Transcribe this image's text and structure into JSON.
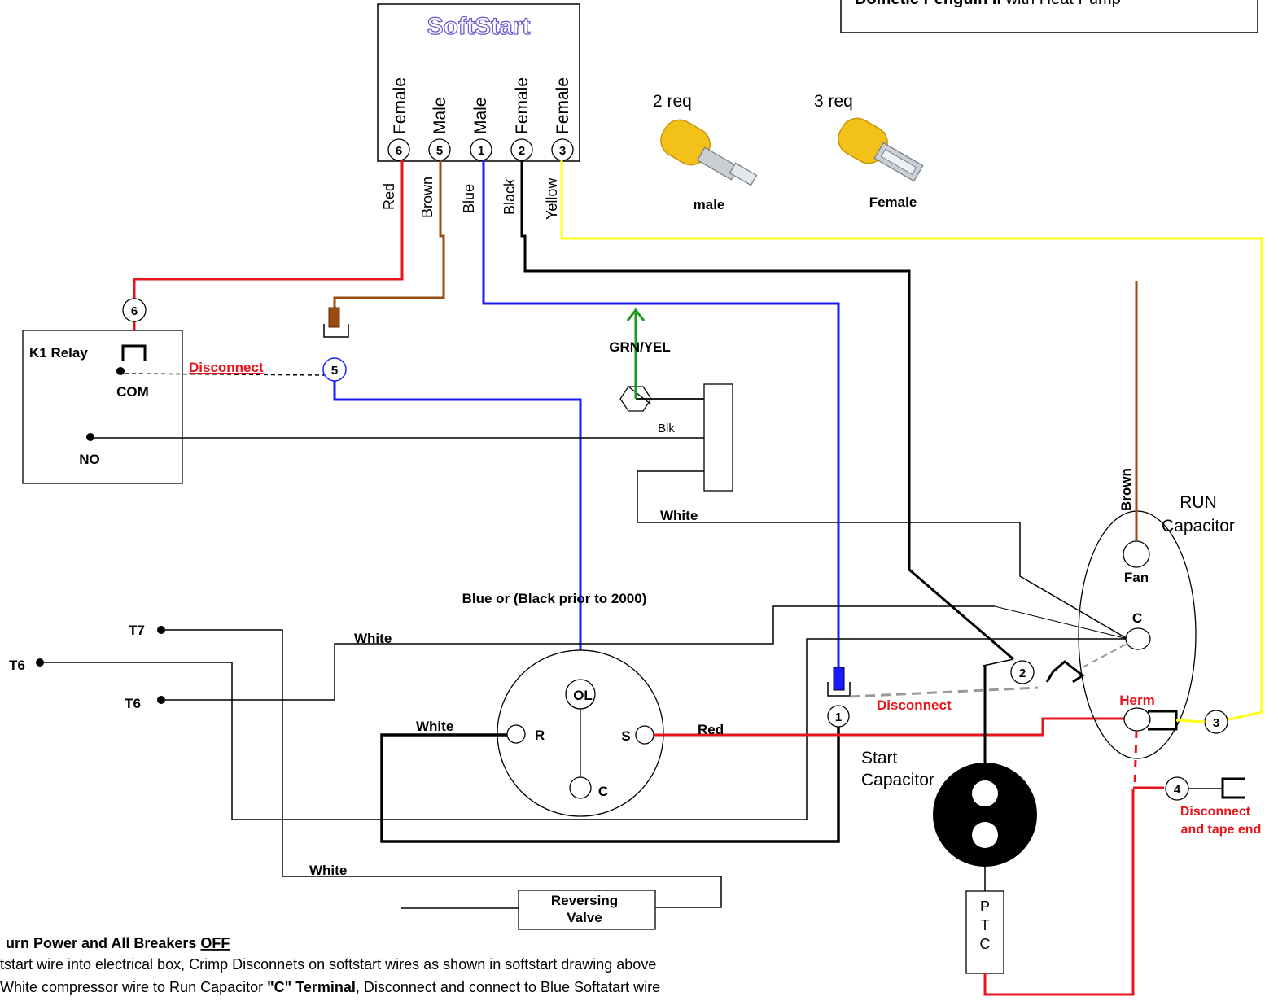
{
  "header_box": {
    "model_bold": "Dometic Penguin II",
    "model_rest": " with Heat Pump"
  },
  "softstart": {
    "title": "SoftStart",
    "columns": [
      {
        "gender": "Female",
        "number": "6",
        "wire": "Red",
        "color": "#e8141c"
      },
      {
        "gender": "Male",
        "number": "5",
        "wire": "Brown",
        "color": "#9b4a10"
      },
      {
        "gender": "Male",
        "number": "1",
        "wire": "Blue",
        "color": "#1a1aff"
      },
      {
        "gender": "Female",
        "number": "2",
        "wire": "Black",
        "color": "#000000"
      },
      {
        "gender": "Female",
        "number": "3",
        "wire": "Yellow",
        "color": "#ffff1a"
      }
    ]
  },
  "connectors": {
    "male": {
      "qty": "2 req",
      "label": "male"
    },
    "female": {
      "qty": "3 req",
      "label": "Female"
    }
  },
  "relay": {
    "title": "K1 Relay",
    "com": "COM",
    "no": "NO",
    "terminal": "6"
  },
  "labels": {
    "disconnect": "Disconnect",
    "disconnect_and_tape": [
      "Disconnect",
      "and tape end"
    ],
    "grn_yel": "GRN/YEL",
    "blk": "Blk",
    "white": "White",
    "blue_or_black": "Blue or (Black prior to  2000)",
    "red": "Red",
    "brown": "Brown",
    "start_capacitor": [
      "Start",
      "Capacitor"
    ],
    "run_capacitor": [
      "RUN",
      "Capacitor"
    ],
    "fan": "Fan",
    "c": "C",
    "herm": "Herm",
    "ol": "OL",
    "r": "R",
    "s": "S",
    "t7": "T7",
    "t6": "T6",
    "reversing_valve": [
      "Reversing",
      "Valve"
    ],
    "ptc": [
      "P",
      "T",
      "C"
    ]
  },
  "terminals": {
    "t5": "5",
    "t1": "1",
    "t2": "2",
    "t3": "3",
    "t4": "4"
  },
  "instructions": {
    "heading_prefix": "urn Power and All Breakers ",
    "heading_underlined": "OFF",
    "line1": "tstart wire into electrical box, Crimp Disconnets on softstart wires as shown in softstart drawing above",
    "line2_a": " White compressor wire to Run Capacitor ",
    "line2_b": "\"C\"  Terminal",
    "line2_c": ", Disconnect and connect to Blue Softatart wire"
  },
  "colors": {
    "red": "#e8141c",
    "brown": "#9b4a10",
    "blue": "#1a1aff",
    "yellow": "#ffff1a",
    "green": "#1a9a1a",
    "title_purple": "#6a5acd",
    "disconnect_red": "#e8141c",
    "connector_yellow": "#f2c21a"
  }
}
